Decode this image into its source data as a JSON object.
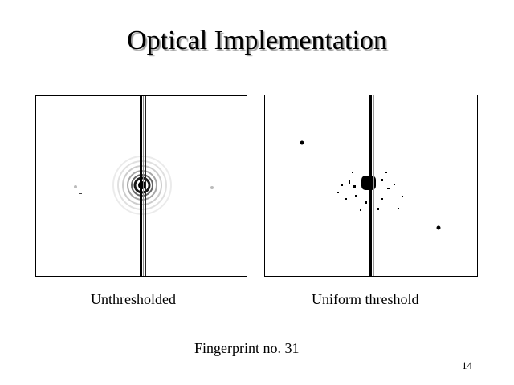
{
  "slide": {
    "title": "Optical Implementation",
    "panels": [
      {
        "caption": "Unthresholded"
      },
      {
        "caption": "Uniform threshold"
      }
    ],
    "footer_caption": "Fingerprint no. 31",
    "page_number": "14"
  }
}
